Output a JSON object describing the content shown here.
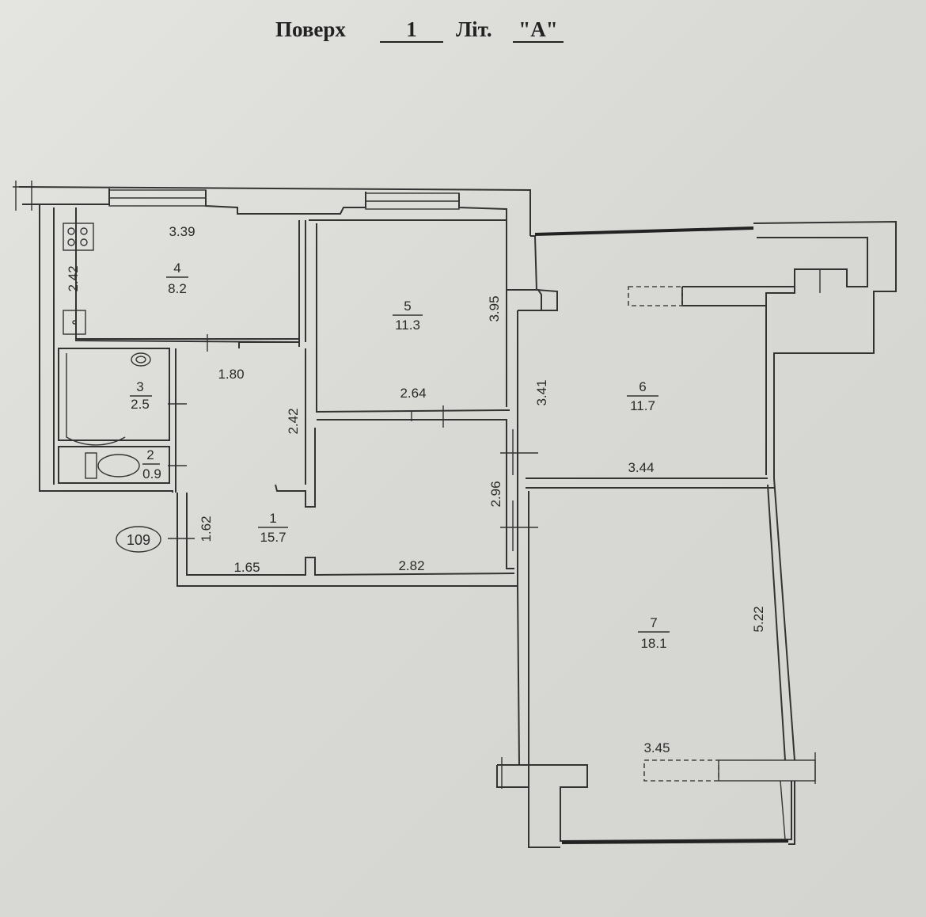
{
  "header": {
    "floor_label": "Поверх",
    "floor_value": "1",
    "lit_label": "Літ.",
    "lit_value": "\"A\""
  },
  "rooms": [
    {
      "number": "1",
      "area": "15.7"
    },
    {
      "number": "2",
      "area": "0.9"
    },
    {
      "number": "3",
      "area": "2.5"
    },
    {
      "number": "4",
      "area": "8.2"
    },
    {
      "number": "5",
      "area": "11.3"
    },
    {
      "number": "6",
      "area": "11.7"
    },
    {
      "number": "7",
      "area": "18.1"
    }
  ],
  "dimensions": [
    "3.39",
    "2.42",
    "1.80",
    "2.42",
    "3.95",
    "2.64",
    "3.41",
    "3.44",
    "2.96",
    "1.62",
    "1.65",
    "2.82",
    "5.22",
    "3.45"
  ],
  "apartment_tag": "109"
}
